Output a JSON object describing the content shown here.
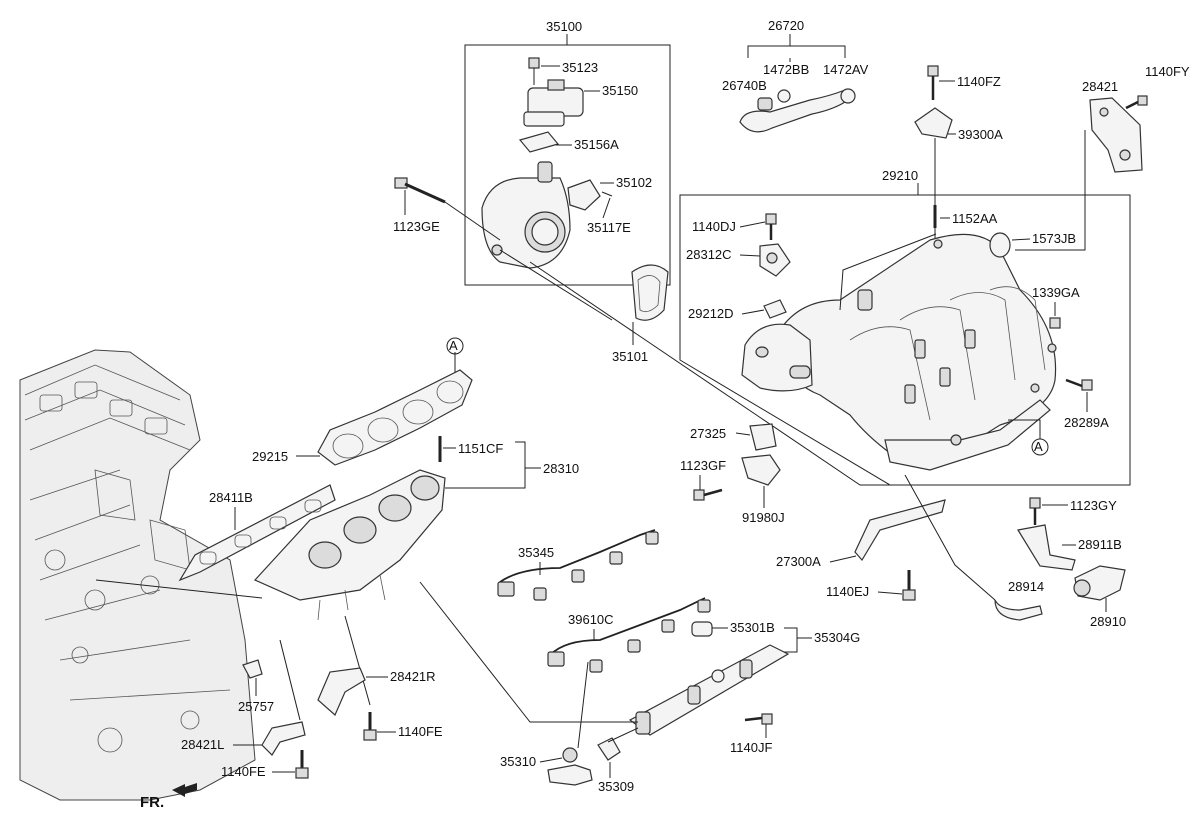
{
  "labels": {
    "l35100": "35100",
    "l35123": "35123",
    "l35150": "35150",
    "l35156A": "35156A",
    "l35102": "35102",
    "l35117E": "35117E",
    "l1123GE": "1123GE",
    "l35101": "35101",
    "l26720": "26720",
    "l1472BB": "1472BB",
    "l1472AV": "1472AV",
    "l26740B": "26740B",
    "l1140FZ": "1140FZ",
    "l39300A": "39300A",
    "l28421": "28421",
    "l1140FY": "1140FY",
    "l29210": "29210",
    "l1140DJ": "1140DJ",
    "l1152AA": "1152AA",
    "l1573JB": "1573JB",
    "l28312C": "28312C",
    "l1339GA": "1339GA",
    "l29212D": "29212D",
    "l28289A": "28289A",
    "l27325": "27325",
    "l1123GF": "1123GF",
    "l91980J": "91980J",
    "l1123GY": "1123GY",
    "l28911B": "28911B",
    "l27300A": "27300A",
    "l1140EJ": "1140EJ",
    "l28914": "28914",
    "l28910": "28910",
    "l29215": "29215",
    "l1151CF": "1151CF",
    "l28310": "28310",
    "l28411B": "28411B",
    "l35345": "35345",
    "l39610C": "39610C",
    "l35301B": "35301B",
    "l35304G": "35304G",
    "l28421R": "28421R",
    "l25757": "25757",
    "l1140FE_a": "1140FE",
    "l28421L": "28421L",
    "l1140FE_b": "1140FE",
    "l1140JF": "1140JF",
    "l35310": "35310",
    "l35309": "35309",
    "refA1": "A",
    "refA2": "A",
    "front": "FR."
  },
  "icons": {
    "front_arrow": "front-arrow-icon"
  }
}
